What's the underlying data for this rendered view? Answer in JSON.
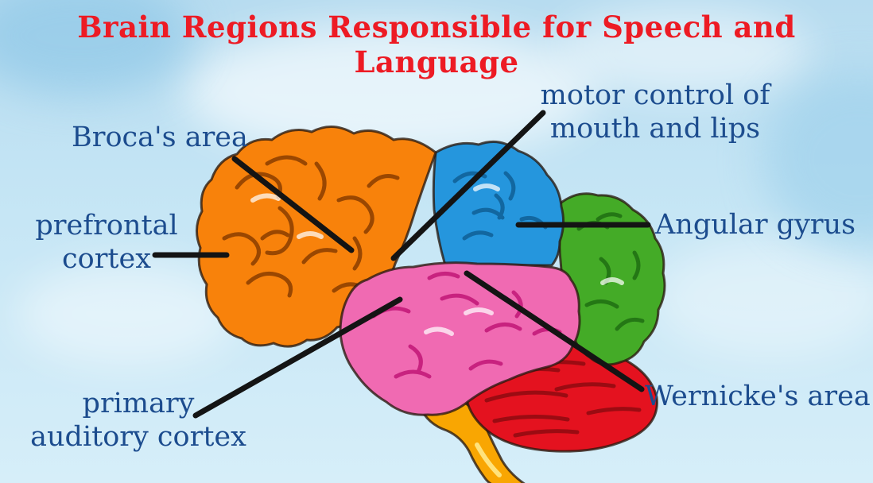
{
  "title": {
    "text": "Brain Regions Responsible for Speech and Language",
    "color": "#ed1b24"
  },
  "labels": {
    "broca": {
      "text": "Broca's area"
    },
    "prefrontal": {
      "line1": "prefrontal",
      "line2": "cortex"
    },
    "motor": {
      "line1": "motor control of",
      "line2": "mouth and lips"
    },
    "angular": {
      "text": "Angular gyrus"
    },
    "auditory": {
      "line1": "primary",
      "line2": "auditory cortex"
    },
    "wernicke": {
      "text": "Wernicke's area"
    }
  },
  "label_text_color": "#1c4c8e",
  "leader_line_color": "#141414",
  "background": {
    "sky_top": "#b7dcf0",
    "sky_bottom": "#d6eef9"
  },
  "brain_regions": {
    "frontal_lobe": {
      "color": "#F8820B"
    },
    "motor_area": {
      "color": "#2596DD"
    },
    "parietal_occipital": {
      "color": "#44AB27"
    },
    "temporal_lobe": {
      "color": "#F06AB2"
    },
    "cerebellum": {
      "color": "#E4121F"
    },
    "brainstem": {
      "color": "#F9A602"
    }
  },
  "connections": [
    {
      "from": "broca",
      "to": "frontal_lobe"
    },
    {
      "from": "prefrontal",
      "to": "frontal_lobe"
    },
    {
      "from": "motor",
      "to": "frontal_lobe"
    },
    {
      "from": "angular",
      "to": "motor_area"
    },
    {
      "from": "auditory",
      "to": "temporal_lobe"
    },
    {
      "from": "wernicke",
      "to": "temporal_lobe"
    }
  ]
}
